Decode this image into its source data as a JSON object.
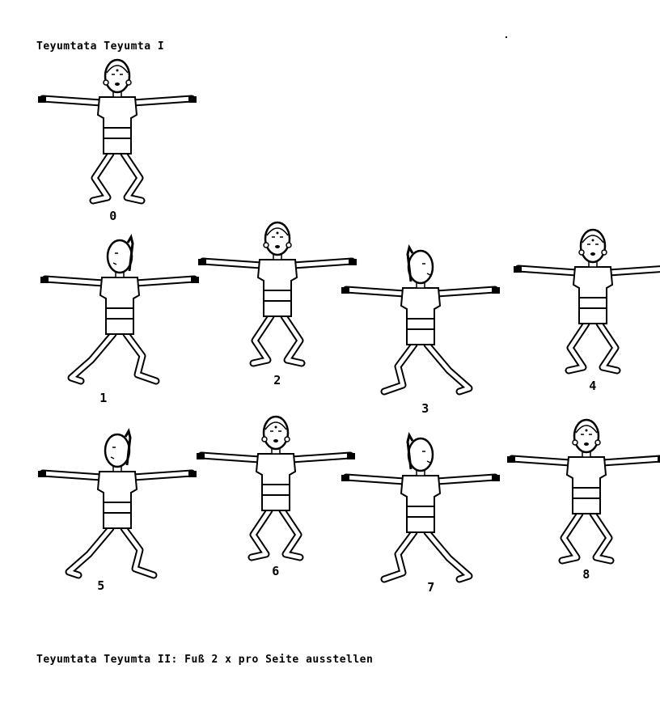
{
  "title": "Teyumtata Teyumta I",
  "caption": "Teyumtata Teyumta II: Fuß 2 x pro Seite ausstellen",
  "figures": [
    {
      "label": "0"
    },
    {
      "label": "1"
    },
    {
      "label": "2"
    },
    {
      "label": "3"
    },
    {
      "label": "4"
    },
    {
      "label": "5"
    },
    {
      "label": "6"
    },
    {
      "label": "7"
    },
    {
      "label": "8"
    }
  ]
}
